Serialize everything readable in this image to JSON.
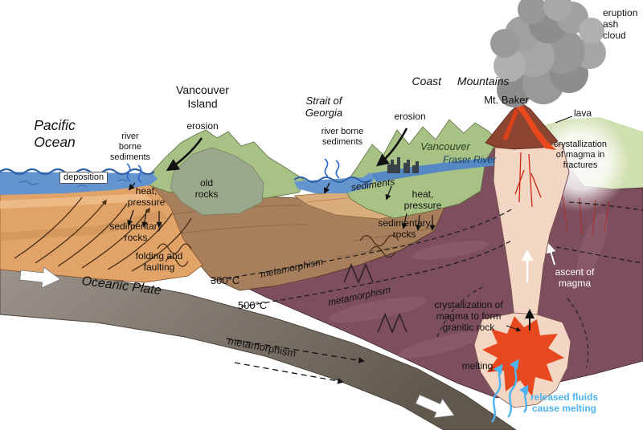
{
  "labels": {
    "pacific_ocean": "Pacific\nOcean",
    "vancouver_island": "Vancouver\nIsland",
    "strait_of_georgia": "Strait of\nGeorgia",
    "coast_mountains": "Coast Mountains",
    "mt_baker": "Mt. Baker",
    "eruption_ash_cloud": "eruption\nash\ncloud",
    "lava": "lava",
    "erosion_left": "erosion",
    "erosion_right": "erosion",
    "river_borne_sediments_left": "river\nborne\nsediments",
    "river_borne_sediments_right": "river borne\nsediments",
    "vancouver_city": "Vancouver",
    "fraser_river": "Fraser River",
    "deposition": "deposition",
    "sediments": "sediments",
    "heat_pressure_left": "heat,\npressure",
    "heat_pressure_right": "heat,\npressure",
    "old_rocks": "old\nrocks",
    "sedimentary_rocks_left": "sedimentary\nrocks",
    "sedimentary_rocks_right": "sedimentary\nrocks",
    "folding_and_faulting": "folding and\nfaulting",
    "crystallization_fractures": "crystallization\nof magma in\nfractures",
    "isotherm_300": "300°C",
    "isotherm_500": "500°C",
    "metamorphism_upper": "metamorphism",
    "metamorphism_middle": "metamorphism",
    "metamorphism_lower": "metamorphism",
    "oceanic_plate": "Oceanic Plate",
    "crystallization_granitic": "crystallization of\nmagma to form\ngranitic rock",
    "ascent_of_magma": "ascent of\nmagma",
    "melting": "melting",
    "released_fluids": "released fluids\ncause melting"
  },
  "colors": {
    "ocean_blue": "#6494cd",
    "wave_blue": "#2d5fa6",
    "river_blue": "#5688c4",
    "land_green": "#a8c185",
    "light_green": "#cfdfae",
    "old_rock_gray": "#9ba88b",
    "sediment_orange": "#e2a368",
    "sediment_tan": "#d9ad7b",
    "rock_brown": "#a87f5d",
    "plate_light": "#9c948a",
    "plate_dark": "#60574d",
    "metamorphic_purple": "#7d4f5e",
    "conduit_pink": "#f3d6c4",
    "magma_red": "#e8481e",
    "volcano_brown": "#8a4430",
    "ash_gray": "#909090",
    "city_dark": "#3a4148",
    "fluid_blue": "#4cb4f0"
  }
}
